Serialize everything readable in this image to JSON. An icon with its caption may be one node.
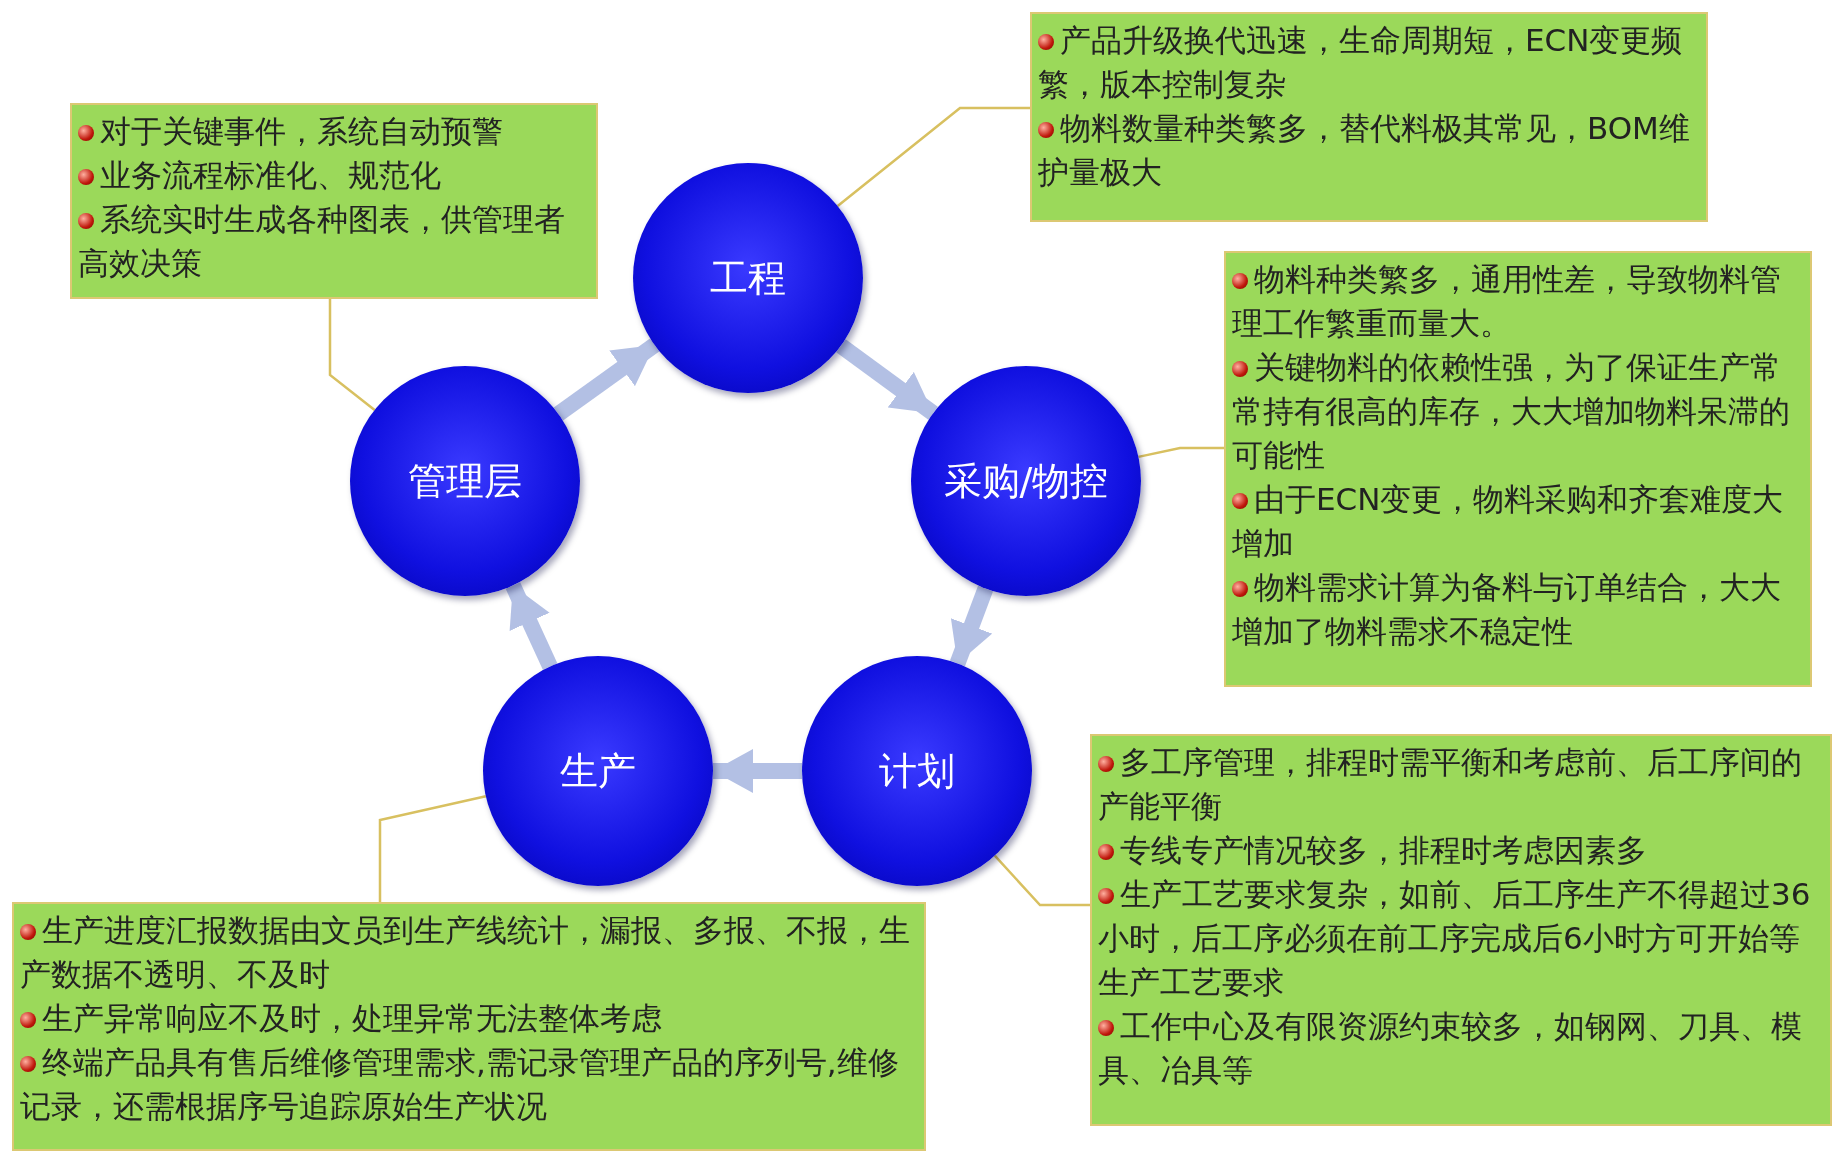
{
  "diagram": {
    "nodes": [
      {
        "text": [
          "产品升级换代迅速，生命周期短，ECN变更频繁，版本控制复杂",
          "物料数量种类繁多，替代料极其常见，BOM维护量极大"
        ]
      },
      {
        "text": [
          "对于关键事件，系统自动预警",
          "业务流程标准化、规范化",
          "系统实时生成各种图表，供管理者高效决策"
        ]
      },
      {
        "text": [
          "工程"
        ]
      },
      {
        "text": [
          "物料种类繁多，通用性差，导致物料管理工作繁重而量大。",
          "关键物料的依赖性强，为了保证生产常常持有很高的库存，大大增加物料呆滞的可能性",
          "由于ECN变更，物料采购和齐套难度大增加",
          "物料需求计算为备料与订单结合，大大增加了物料需求不稳定性"
        ]
      },
      {
        "text": [
          "管理层"
        ]
      },
      {
        "text": [
          "采购/物控"
        ]
      },
      {
        "text": [
          "生产"
        ]
      },
      {
        "text": [
          "计划"
        ]
      },
      {
        "text": [
          "多工序管理，排程时需平衡和考虑前、后工序间的产能平衡",
          "专线专产情况较多，排程时考虑因素多",
          "生产工艺要求复杂，如前、后工序生产不得超过36小时，后工序必须在前工序完成后6小时方可开始等生产工艺要求",
          "工作中心及有限资源约束较多，如钢网、刀具、模具、冶具等"
        ]
      },
      {
        "text": [
          "生产进度汇报数据由文员到生产线统计，漏报、多报、不报，生产数据不透明、不及时",
          "生产异常响应不及时，处理异常无法整体考虑",
          "终端产品具有售后维修管理需求,需记录管理产品的序列号,维修记录，还需根据序号追踪原始生产状况"
        ]
      }
    ],
    "edges": [
      {
        "from": 0,
        "to": 2,
        "arrow": "none"
      },
      {
        "from": 1,
        "to": 4,
        "arrow": "none"
      },
      {
        "from": 3,
        "to": 5,
        "arrow": "none"
      },
      {
        "from": 8,
        "to": 7,
        "arrow": "none"
      },
      {
        "from": 9,
        "to": 6,
        "arrow": "none"
      },
      {
        "from": 2,
        "to": 5,
        "arrow": "to",
        "style": "thick",
        "color": "#b3c0e4"
      },
      {
        "from": 5,
        "to": 7,
        "arrow": "to",
        "style": "thick",
        "color": "#b3c0e4"
      },
      {
        "from": 7,
        "to": 6,
        "arrow": "to",
        "style": "thick",
        "color": "#b3c0e4"
      },
      {
        "from": 6,
        "to": 4,
        "arrow": "to",
        "style": "thick",
        "color": "#b3c0e4"
      },
      {
        "from": 4,
        "to": 2,
        "arrow": "to",
        "style": "thick",
        "color": "#b3c0e4"
      }
    ]
  }
}
